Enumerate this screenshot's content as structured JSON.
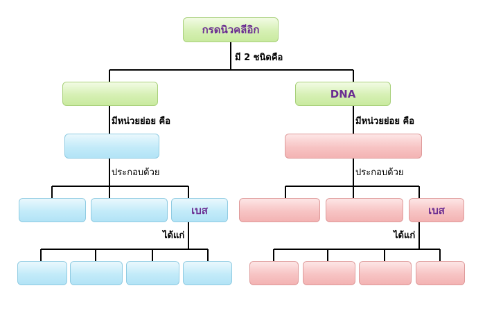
{
  "nodes": {
    "root": "กรดนิวคลีอิก",
    "left_type": "",
    "right_type": "DNA",
    "left_unit": "",
    "right_unit": "",
    "left_parts": [
      "",
      "",
      "เบส"
    ],
    "right_parts": [
      "",
      "",
      "เบส"
    ],
    "left_bases": [
      "",
      "",
      "",
      ""
    ],
    "right_bases": [
      "",
      "",
      "",
      ""
    ]
  },
  "labels": {
    "has_two_types": "มี 2 ชนิดคือ",
    "subunit_is": "มีหน่วยย่อย คือ",
    "composed_of": "ประกอบด้วย",
    "namely": "ได้แก่"
  },
  "colors": {
    "level1": "#d6f0b4",
    "left_branch": "#c3ebf9",
    "right_branch": "#f7c4c4",
    "node_text": "#6a2c91"
  }
}
